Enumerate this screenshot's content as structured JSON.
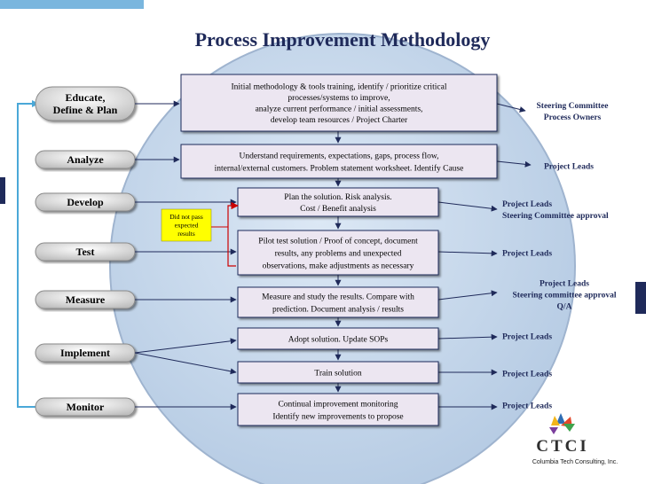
{
  "title": "Process Improvement Methodology",
  "phases": [
    {
      "label_lines": [
        "Educate,",
        "Define & Plan"
      ]
    },
    {
      "label_lines": [
        "Analyze"
      ]
    },
    {
      "label_lines": [
        "Develop"
      ]
    },
    {
      "label_lines": [
        "Test"
      ]
    },
    {
      "label_lines": [
        "Measure"
      ]
    },
    {
      "label_lines": [
        "Implement"
      ]
    },
    {
      "label_lines": [
        "Monitor"
      ]
    }
  ],
  "steps": [
    {
      "lines": [
        "Initial methodology & tools training, identify / prioritize critical",
        "processes/systems to improve,",
        "analyze current performance / initial assessments,",
        "develop team resources / Project Charter"
      ]
    },
    {
      "lines": [
        "Understand requirements, expectations, gaps, process flow,",
        "internal/external customers. Problem statement worksheet. Identify Cause"
      ]
    },
    {
      "lines": [
        "Plan the solution. Risk analysis.",
        "Cost / Benefit analysis"
      ]
    },
    {
      "lines": [
        "Pilot test solution / Proof of concept, document",
        "results, any problems and unexpected",
        "observations, make adjustments as necessary"
      ]
    },
    {
      "lines": [
        "Measure  and study the results. Compare with",
        "prediction. Document analysis / results"
      ]
    },
    {
      "lines": [
        "Adopt solution. Update SOPs"
      ]
    },
    {
      "lines": [
        "Train solution"
      ]
    },
    {
      "lines": [
        "Continual improvement monitoring",
        "Identify new improvements to propose"
      ]
    }
  ],
  "feedback_note": {
    "lines": [
      "Did not pass",
      "expected",
      "results"
    ]
  },
  "owners": [
    {
      "lines": [
        "Steering Committee",
        "Process Owners"
      ]
    },
    {
      "lines": [
        "Project Leads"
      ]
    },
    {
      "lines": [
        "Project Leads",
        "Steering Committee approval"
      ]
    },
    {
      "lines": [
        "Project Leads"
      ]
    },
    {
      "lines": [
        "Project Leads",
        "Steering committee approval",
        "Q/A"
      ]
    },
    {
      "lines": [
        "Project Leads"
      ]
    },
    {
      "lines": [
        "Project Leads"
      ]
    },
    {
      "lines": [
        "Project Leads"
      ]
    }
  ],
  "logo": {
    "text": "CTCI",
    "caption": "Columbia Tech Consulting, Inc."
  },
  "colors": {
    "title": "#1f2a5a",
    "circle": "#c8d8ec",
    "circle_edge": "#9fb4cf",
    "box_fill": "#ece6f1",
    "box_border": "#1f2a5a",
    "note_fill": "#ffff00",
    "feedback_line": "#cc0000",
    "left_bracket": "#4aa8d8",
    "phase_fill": "#e6e6e6"
  }
}
